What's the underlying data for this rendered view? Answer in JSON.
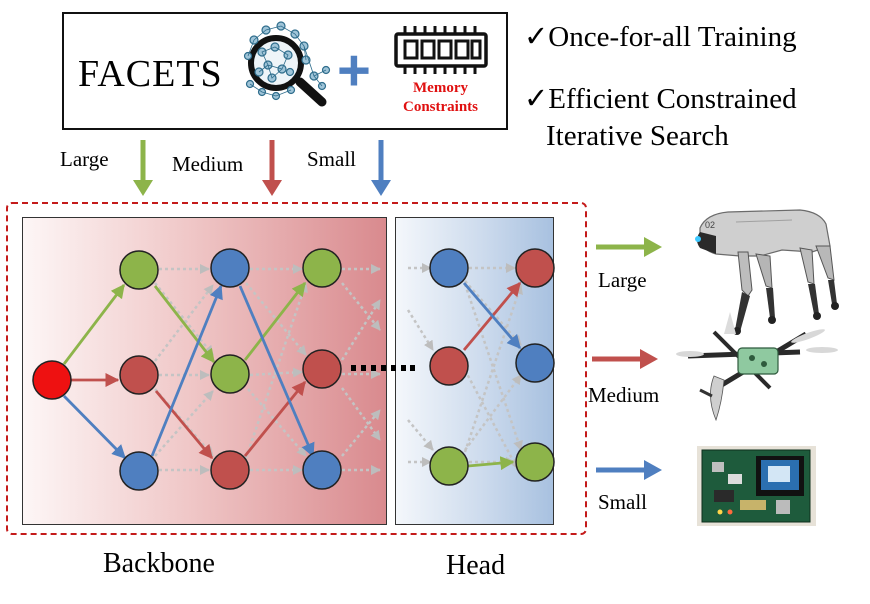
{
  "header": {
    "title": "FACETS",
    "plus": "+",
    "memory_label_line1": "Memory",
    "memory_label_line2": "Constraints"
  },
  "features": [
    "✓Once-for-all Training",
    "✓Efficient Constrained",
    "Iterative Search"
  ],
  "inputs": {
    "large": "Large",
    "medium": "Medium",
    "small": "Small"
  },
  "outputs": {
    "large": "Large",
    "medium": "Medium",
    "small": "Small"
  },
  "sections": {
    "backbone": "Backbone",
    "head": "Head"
  },
  "colors": {
    "green": "#8db44a",
    "red": "#c0504d",
    "blue": "#4f7fc0",
    "input_red": "#ee1111",
    "dashed_border": "#c41a1a",
    "memory_text": "#e01010"
  },
  "icons": [
    "magnifier-network-icon",
    "memory-chip-icon",
    "robot-dog-image",
    "drone-image",
    "dev-board-image"
  ]
}
